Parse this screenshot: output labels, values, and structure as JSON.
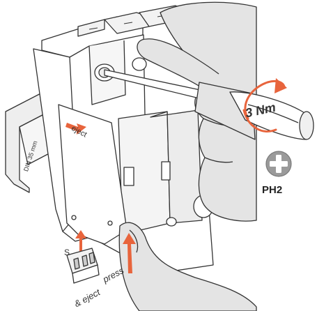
{
  "labels": {
    "torque": "3 Nm",
    "bit": "PH2",
    "eject": "eject",
    "rail": "DIN 35 mm",
    "plug": "S",
    "press_line1": "press",
    "press_line2": "& eject"
  },
  "colors": {
    "accent": "#e8643c",
    "outline": "#333333",
    "hand_fill": "#e4e4e4",
    "device_fill": "#ffffff",
    "module_fill": "#f4f4f4",
    "rail_fill": "#eeeeee",
    "bit_fill": "#9a9a9a"
  },
  "icons": [
    "phillips-bit-icon",
    "rotation-arrow-icon",
    "push-arrow-icon"
  ]
}
